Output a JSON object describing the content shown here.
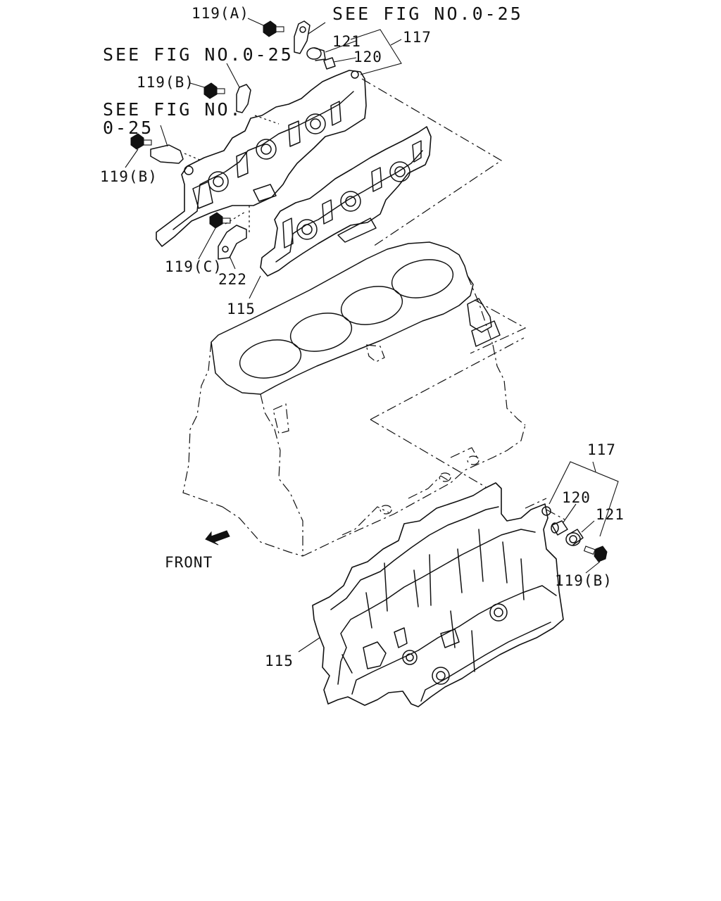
{
  "labels": {
    "l_119a": "119(A)",
    "l_see_top": "SEE FIG NO.0-25",
    "l_121_top": "121",
    "l_117_top": "117",
    "l_120_top": "120",
    "l_see_mid": "SEE FIG NO.0-25",
    "l_119b_1": "119(B)",
    "l_see_left_1": "SEE FIG NO.",
    "l_see_left_2": "0-25",
    "l_119b_2": "119(B)",
    "l_119c": "119(C)",
    "l_222": "222",
    "l_115_top": "115",
    "l_front": "FRONT",
    "l_117_bot": "117",
    "l_120_bot": "120",
    "l_121_bot": "121",
    "l_119b_3": "119(B)",
    "l_115_bot": "115"
  },
  "colors": {
    "ink": "#111111",
    "paper": "#ffffff"
  },
  "icons": {
    "front": "front-arrow-icon"
  }
}
